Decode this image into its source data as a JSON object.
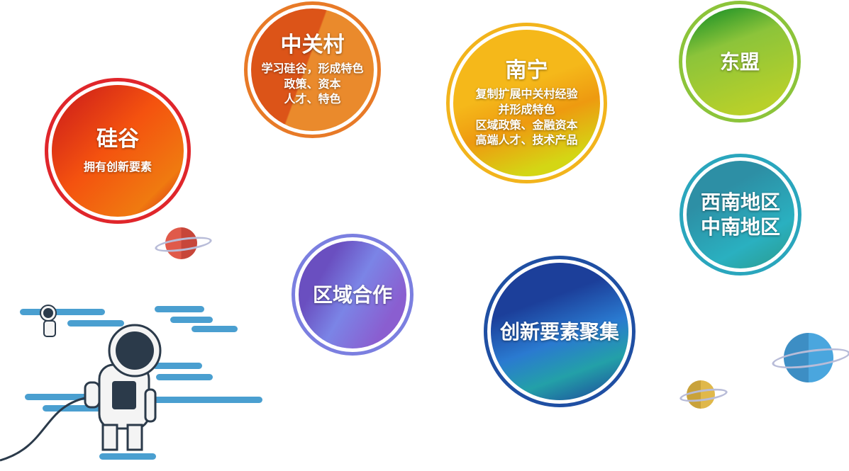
{
  "bubbles": {
    "silicon_valley": {
      "title": "硅谷",
      "lines": [
        "拥有创新要素"
      ],
      "color": "#e0262b"
    },
    "zhongguancun": {
      "title": "中关村",
      "lines": [
        "学习硅谷，形成特色",
        "政策、资本",
        "人才、特色"
      ],
      "color": "#e87a27"
    },
    "nanning": {
      "title": "南宁",
      "lines": [
        "复制扩展中关村经验",
        "并形成特色",
        "区域政策、金融资本",
        "高端人才、技术产品"
      ],
      "color": "#f2b41c"
    },
    "asean": {
      "title": "东盟",
      "color": "#8cc43a"
    },
    "southwest": {
      "lines": [
        "西南地区",
        "中南地区"
      ],
      "color": "#2aa6bd"
    },
    "regional": {
      "title": "区域合作",
      "color": "#7b7fe0"
    },
    "innovation": {
      "title": "创新要素聚集",
      "color": "#1f4fa3"
    }
  }
}
